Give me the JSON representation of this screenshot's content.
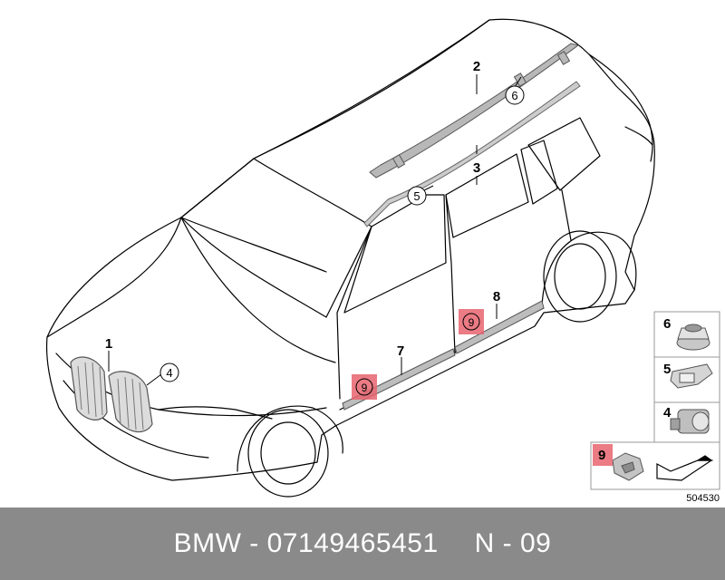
{
  "diagram": {
    "reference_number": "504530",
    "callouts": {
      "c1": "1",
      "c2": "2",
      "c3": "3",
      "c4": "4",
      "c5": "5",
      "c6": "6",
      "c7": "7",
      "c8": "8",
      "c9a": "9",
      "c9b": "9"
    },
    "legend": {
      "item6": "6",
      "item5": "5",
      "item4": "4",
      "item9": "9"
    },
    "highlight_color": "#e8646e"
  },
  "footer": {
    "brand": "BMW",
    "part_number": "07149465451",
    "position": "N - 09",
    "background": "#8a8a8a"
  }
}
